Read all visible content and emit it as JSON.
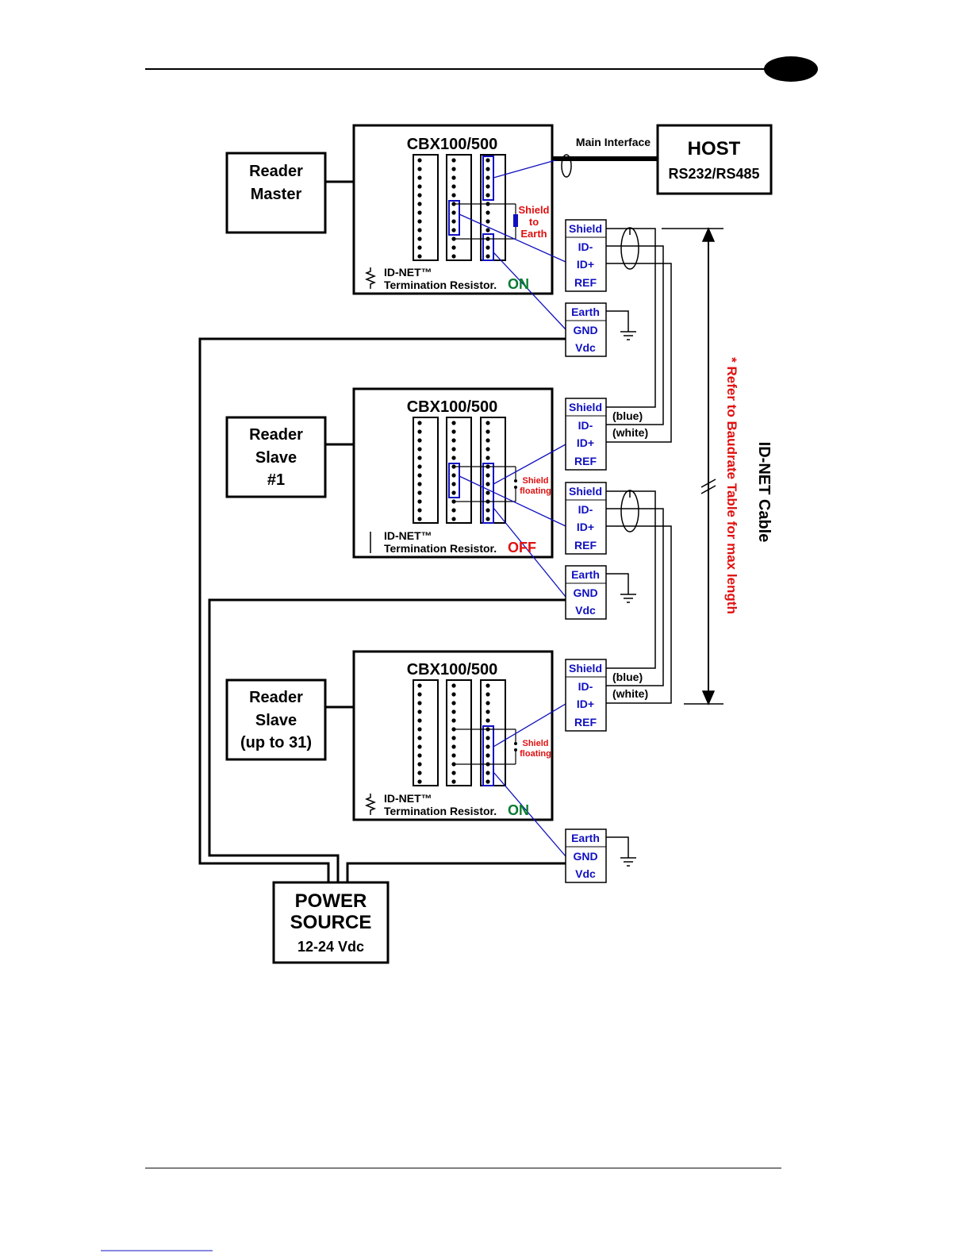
{
  "diagram": {
    "host": {
      "title": "HOST",
      "subtitle": "RS232/RS485"
    },
    "main_interface_label": "Main Interface",
    "cbx_title": "CBX100/500",
    "readers": [
      {
        "line1": "Reader",
        "line2": "Master",
        "line3": ""
      },
      {
        "line1": "Reader",
        "line2": "Slave",
        "line3": "#1"
      },
      {
        "line1": "Reader",
        "line2": "Slave",
        "line3": "(up to 31)"
      }
    ],
    "idnet_label": "ID-NET™",
    "termination_label": "Termination Resistor.",
    "termination_states": [
      "ON",
      "OFF",
      "ON"
    ],
    "shield_earth": [
      "Shield",
      "to",
      "Earth"
    ],
    "shield_floating": [
      "Shield",
      "floating"
    ],
    "bus_terminals": [
      "Shield",
      "ID-",
      "ID+",
      "REF"
    ],
    "power_terminals": [
      "Earth",
      "GND",
      "Vdc"
    ],
    "wire_blue": "(blue)",
    "wire_white": "(white)",
    "power_source": {
      "line1": "POWER",
      "line2": "SOURCE",
      "line3": "12-24 Vdc"
    },
    "cable_label": "ID-NET Cable",
    "baudrate_note": "* Refer to Baudrate Table for max length",
    "colors": {
      "line": "#000000",
      "connector": "#1010c0",
      "warning": "#e01010",
      "on": "#0a7a30"
    }
  }
}
